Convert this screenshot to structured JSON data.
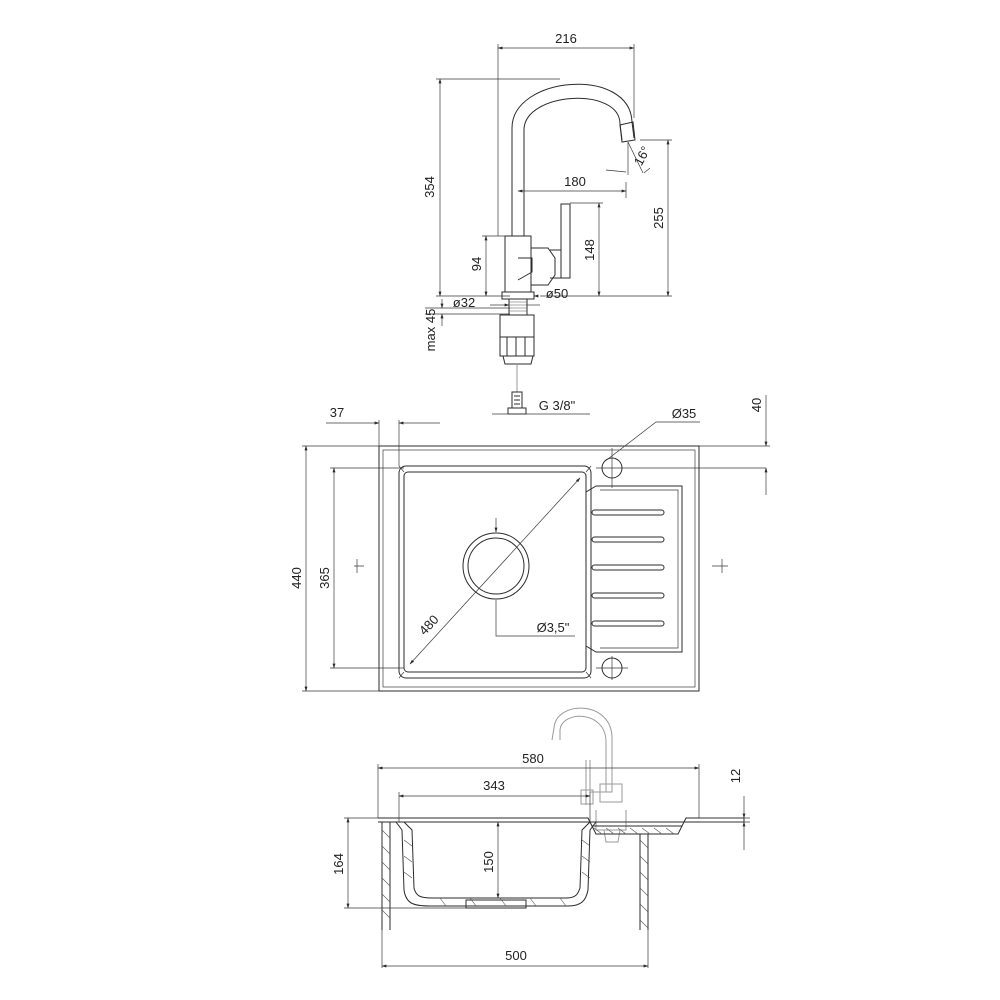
{
  "faucet": {
    "width_216": "216",
    "height_354": "354",
    "spout_reach_180": "180",
    "spout_angle": "16°",
    "spout_height_255": "255",
    "handle_148": "148",
    "body_94": "94",
    "dia_32": "ø32",
    "dia_50": "ø50",
    "max_45": "max 45",
    "thread": "G 3/8\""
  },
  "plan": {
    "offset_37": "37",
    "offset_40": "40",
    "hole_35": "Ø35",
    "height_440": "440",
    "height_365": "365",
    "diag_480": "480",
    "drain_35": "Ø3,5\""
  },
  "section": {
    "width_580": "580",
    "width_343": "343",
    "thk_12": "12",
    "depth_164": "164",
    "depth_150": "150",
    "width_500": "500"
  },
  "colors": {
    "line": "#2b2b2b",
    "light_line": "#9a9a9a"
  }
}
